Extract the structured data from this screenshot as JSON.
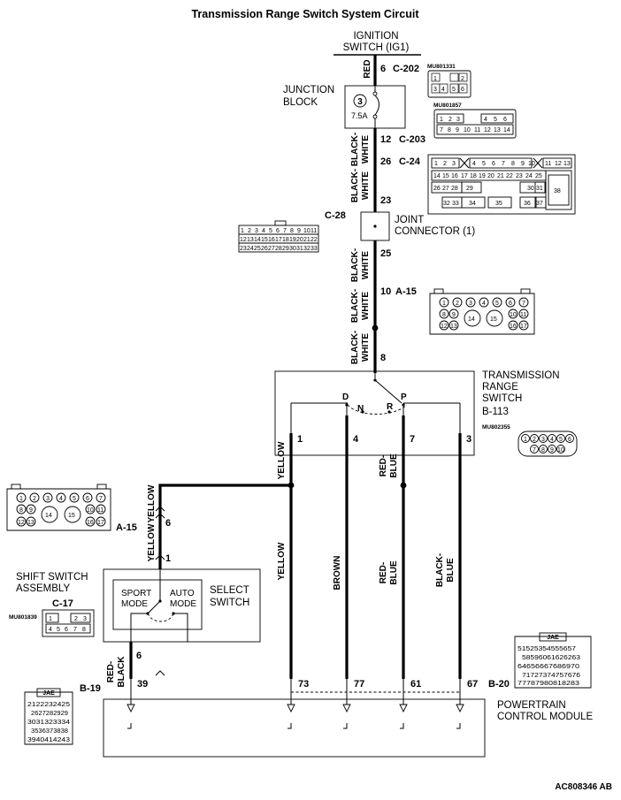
{
  "title": "Transmission Range Switch System Circuit",
  "footer_code": "AC808346 AB",
  "ignition": {
    "line1": "IGNITION",
    "line2": "SWITCH (IG1)"
  },
  "junction_block": {
    "line1": "JUNCTION",
    "line2": "BLOCK",
    "fuse_number": "3",
    "fuse_rating": "7.5A"
  },
  "joint_connector": {
    "line1": "JOINT",
    "line2": "CONNECTOR (1)"
  },
  "trs": {
    "line1": "TRANSMISSION",
    "line2": "RANGE",
    "line3": "SWITCH",
    "connector": "B-113",
    "pos_d": "D",
    "pos_n": "N",
    "pos_r": "R",
    "pos_p": "P"
  },
  "shift_switch": {
    "line1": "SHIFT SWITCH",
    "line2": "ASSEMBLY",
    "connector": "C-17",
    "sport1": "SPORT",
    "sport2": "MODE",
    "auto1": "AUTO",
    "auto2": "MODE",
    "select1": "SELECT",
    "select2": "SWITCH"
  },
  "pcm": {
    "line1": "POWERTRAIN",
    "line2": "CONTROL MODULE",
    "conn_left": "B-19",
    "conn_right": "B-20"
  },
  "part_numbers": {
    "p1": "MU801331",
    "p2": "MU801857",
    "p3": "MU802355",
    "p4": "MU801839"
  },
  "connectors": {
    "c202": "C-202",
    "c203": "C-203",
    "c24": "C-24",
    "c28": "C-28",
    "a15": "A-15",
    "a15b": "A-15",
    "jae": "JAE",
    "mu801331": {
      "row1": [
        "1",
        "",
        "2"
      ],
      "row2": [
        "3",
        "4",
        "5",
        "6"
      ]
    },
    "mu801857": {
      "row1": [
        "1",
        "2",
        "3",
        "4",
        "5",
        "6"
      ],
      "row2": [
        "7",
        "8",
        "9",
        "10",
        "11",
        "12",
        "13",
        "14"
      ]
    },
    "c24_cells": {
      "row1": [
        "1",
        "2",
        "3",
        "4",
        "5",
        "6",
        "7",
        "8",
        "9",
        "10",
        "11",
        "12",
        "13"
      ],
      "row2": [
        "14",
        "15",
        "16",
        "17",
        "18",
        "19",
        "20",
        "21",
        "22",
        "23",
        "24",
        "25"
      ],
      "row3": [
        "26",
        "27",
        "28",
        "29",
        "30",
        "31",
        "38"
      ],
      "row4": [
        "32",
        "33",
        "34",
        "35",
        "36",
        "37"
      ]
    },
    "c28_cells": {
      "row1": [
        "1",
        "2",
        "3",
        "4",
        "5",
        "6",
        "7",
        "8",
        "9",
        "10",
        "11"
      ],
      "row2": [
        "12",
        "13",
        "14",
        "15",
        "16",
        "17",
        "18",
        "19",
        "20",
        "21",
        "22"
      ],
      "row3": [
        "23",
        "24",
        "25",
        "26",
        "27",
        "28",
        "29",
        "30",
        "31",
        "32",
        "33"
      ]
    },
    "a15_cells": [
      "1",
      "2",
      "3",
      "4",
      "5",
      "6",
      "7",
      "8",
      "9",
      "14",
      "15",
      "10",
      "11",
      "12",
      "13",
      "16",
      "17"
    ],
    "mu802355_cells": {
      "row1": [
        "1",
        "2",
        "3",
        "4",
        "5",
        "6"
      ],
      "row2": [
        "7",
        "8",
        "9",
        "10"
      ]
    },
    "mu801839_cells": {
      "row1": [
        "1",
        "2",
        "3"
      ],
      "row2": [
        "4",
        "5",
        "6",
        "7",
        "8"
      ]
    },
    "b20_cells": {
      "row1": "51525354555657",
      "row2": "58596061626263",
      "row3": "64656667686970",
      "row4": "71727374757676",
      "row5": "77787980818283"
    },
    "b19_cells": {
      "row1": "2122232425",
      "row2": "2627282929",
      "row3": "3031323334",
      "row4": "3536373838",
      "row5": "3940414243"
    }
  },
  "wires": {
    "red": "RED",
    "bw1a": "BLACK-",
    "bw1b": "WHITE",
    "bw2a": "BLACK-",
    "bw2b": "WHITE",
    "bw3a": "BLACK-",
    "bw3b": "WHITE",
    "bw4a": "BLACK-",
    "bw4b": "WHITE",
    "yellow1": "YELLOW",
    "yellow2": "YELLOW",
    "yellow3": "YELLOW",
    "yellow4": "YELLOW",
    "brown": "BROWN",
    "rb1a": "RED-",
    "rb1b": "BLUE",
    "rb2a": "RED-",
    "rb2b": "BLUE",
    "bb_a": "BLACK-",
    "bb_b": "BLUE",
    "rbk_a": "RED-",
    "rbk_b": "BLACK"
  },
  "pins": {
    "p6_c202": "6",
    "p12": "12",
    "p26": "26",
    "p23": "23",
    "p25": "25",
    "p10": "10",
    "p8": "8",
    "p1": "1",
    "p4": "4",
    "p7": "7",
    "p3": "3",
    "p6_a15": "6",
    "p1_c17": "1",
    "p6_c17": "6",
    "p39": "39",
    "p73": "73",
    "p77": "77",
    "p61": "61",
    "p67": "67"
  }
}
